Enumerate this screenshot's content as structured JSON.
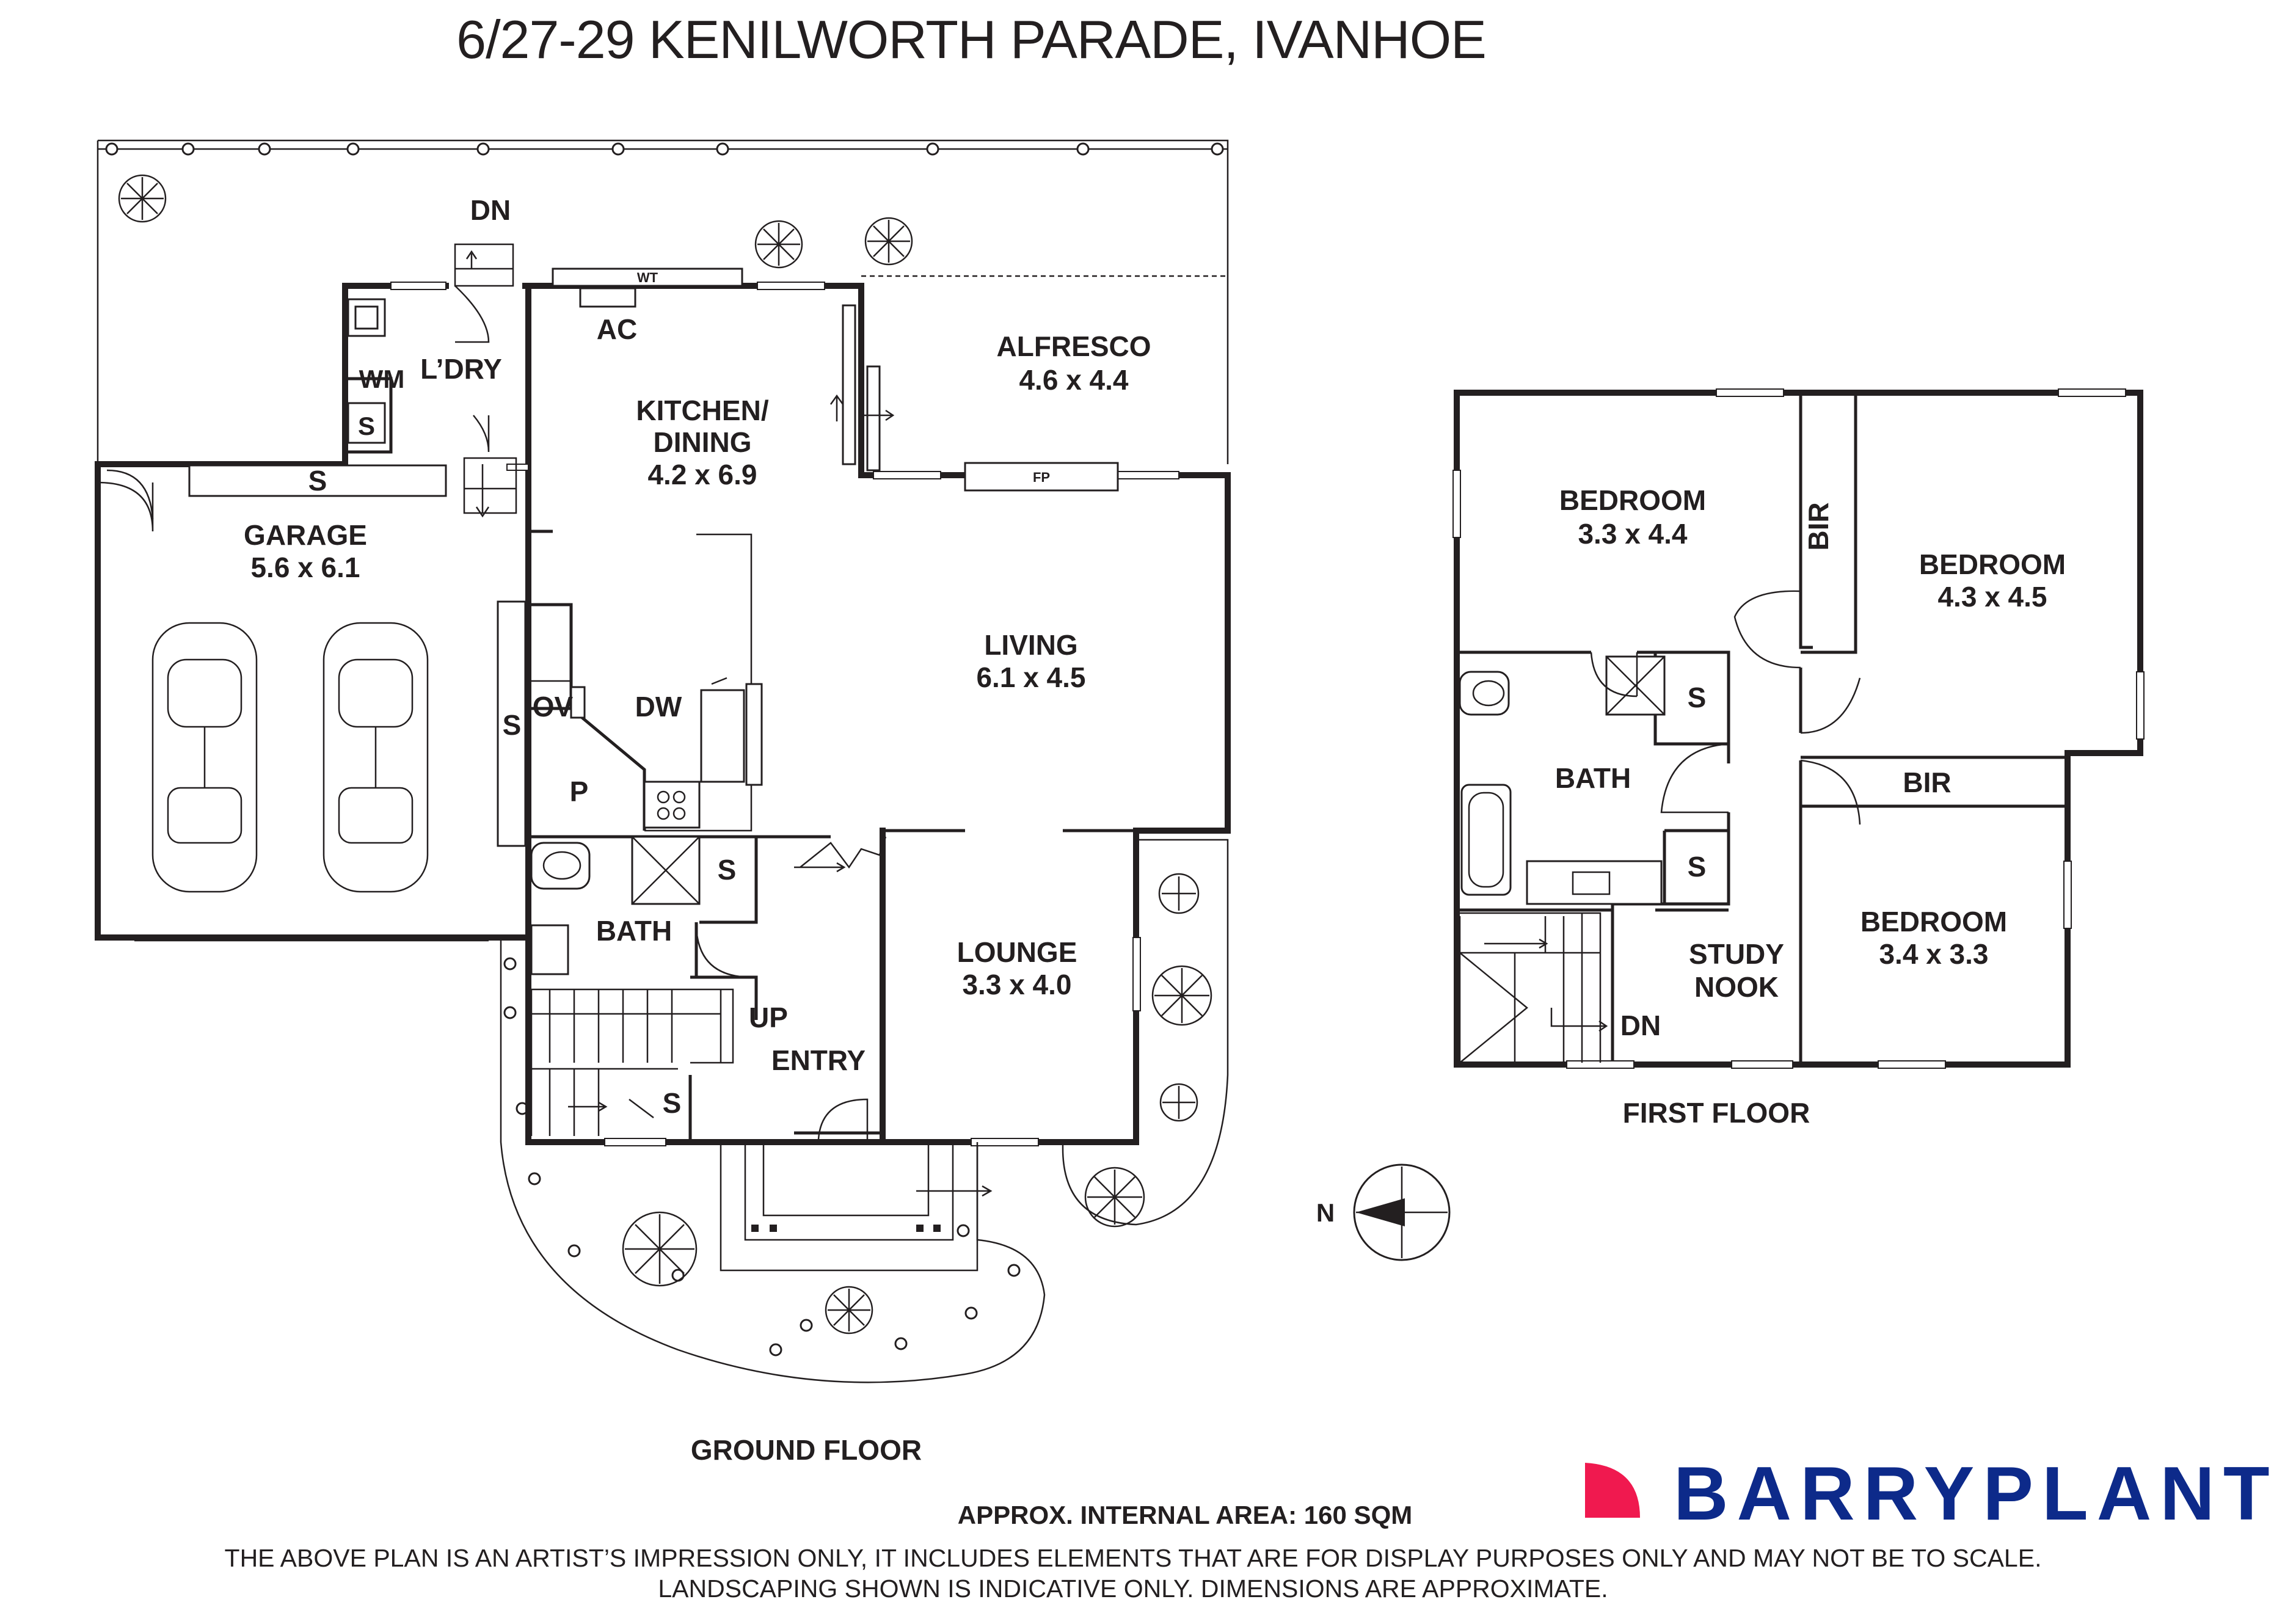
{
  "title": "6/27-29 KENILWORTH PARADE, IVANHOE",
  "ground_floor": {
    "label": "GROUND FLOOR",
    "rooms": {
      "garage": {
        "name": "GARAGE",
        "dims": "5.6 x 6.1"
      },
      "laundry": {
        "name": "L’DRY"
      },
      "kitchen": {
        "name1": "KITCHEN/",
        "name2": "DINING",
        "dims": "4.2 x 6.9"
      },
      "alfresco": {
        "name": "ALFRESCO",
        "dims": "4.6 x 4.4"
      },
      "living": {
        "name": "LIVING",
        "dims": "6.1 x 4.5"
      },
      "lounge": {
        "name": "LOUNGE",
        "dims": "3.3 x 4.0"
      },
      "bath": {
        "name": "BATH"
      },
      "entry": {
        "name": "ENTRY"
      }
    },
    "fixtures": {
      "wm": "WM",
      "s": "S",
      "ac": "AC",
      "wt": "WT",
      "fp": "FP",
      "ov": "OV",
      "dw": "DW",
      "p": "P",
      "up": "UP",
      "dn": "DN"
    }
  },
  "first_floor": {
    "label": "FIRST FLOOR",
    "rooms": {
      "bed1": {
        "name": "BEDROOM",
        "dims": "3.3 x 4.4"
      },
      "bed2": {
        "name": "BEDROOM",
        "dims": "4.3 x 4.5"
      },
      "bed3": {
        "name": "BEDROOM",
        "dims": "3.4 x 3.3"
      },
      "bath": {
        "name": "BATH"
      },
      "study": {
        "name1": "STUDY",
        "name2": "NOOK"
      }
    },
    "fixtures": {
      "bir": "BIR",
      "s": "S",
      "dn": "DN"
    }
  },
  "compass": {
    "label": "N"
  },
  "area": "APPROX. INTERNAL AREA: 160 SQM",
  "disclaimer": {
    "line1": "THE ABOVE PLAN IS AN ARTIST’S IMPRESSION ONLY, IT INCLUDES ELEMENTS THAT ARE FOR DISPLAY PURPOSES ONLY AND MAY NOT BE TO SCALE.",
    "line2": "LANDSCAPING SHOWN IS INDICATIVE ONLY. DIMENSIONS ARE APPROXIMATE."
  },
  "brand": {
    "name": "BARRYPLANT",
    "color": "#0d2a8a",
    "accent": "#f0194f"
  }
}
